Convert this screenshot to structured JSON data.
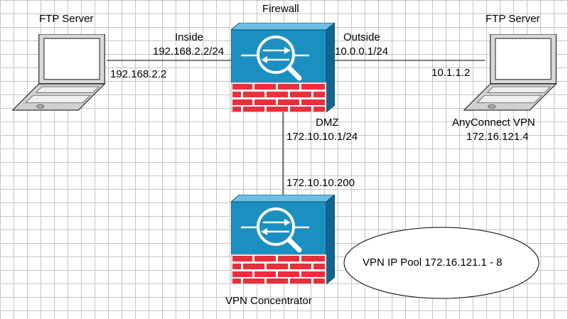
{
  "left_laptop": {
    "title": "FTP Server",
    "ip": "192.168.2.2"
  },
  "right_laptop": {
    "title": "FTP Server",
    "ip": "10.1.1.2",
    "vpn_label": "AnyConnect  VPN",
    "vpn_ip": "172.16.121.4"
  },
  "firewall": {
    "title": "Firewall",
    "inside": {
      "name": "Inside",
      "ip": "192.168.2.2/24"
    },
    "outside": {
      "name": "Outside",
      "ip": "10.0.0.1/24"
    },
    "dmz": {
      "name": "DMZ",
      "ip": "172.10.10.1/24"
    }
  },
  "vpn_concentrator": {
    "title": "VPN Concentrator",
    "ip": "172.10.10.200"
  },
  "pool": {
    "label": "VPN IP Pool 172.16.121.1 - 8"
  },
  "colors": {
    "device_blue": "#1a8fc0",
    "device_dark": "#14648f",
    "brick_red": "#e8303c"
  }
}
